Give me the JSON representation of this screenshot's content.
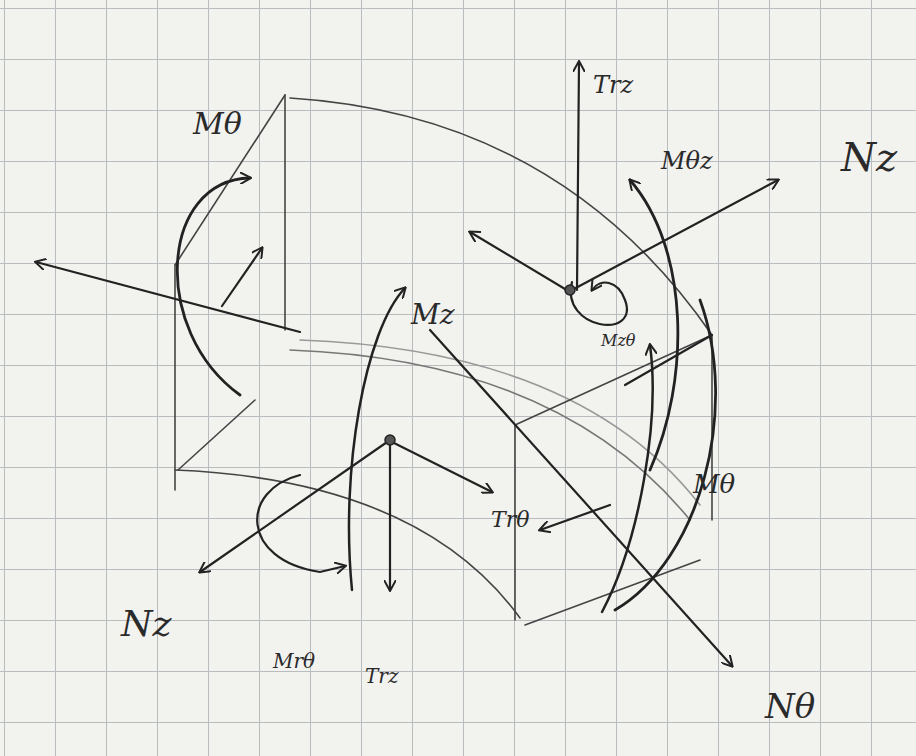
{
  "diagram": {
    "labels": [
      "Mθ",
      "Trz",
      "Mθz",
      "Nz",
      "Mzθ",
      "Mz",
      "Trθ",
      "Mθ",
      "Nz",
      "Mrθ",
      "Trz",
      "Nθ"
    ]
  }
}
